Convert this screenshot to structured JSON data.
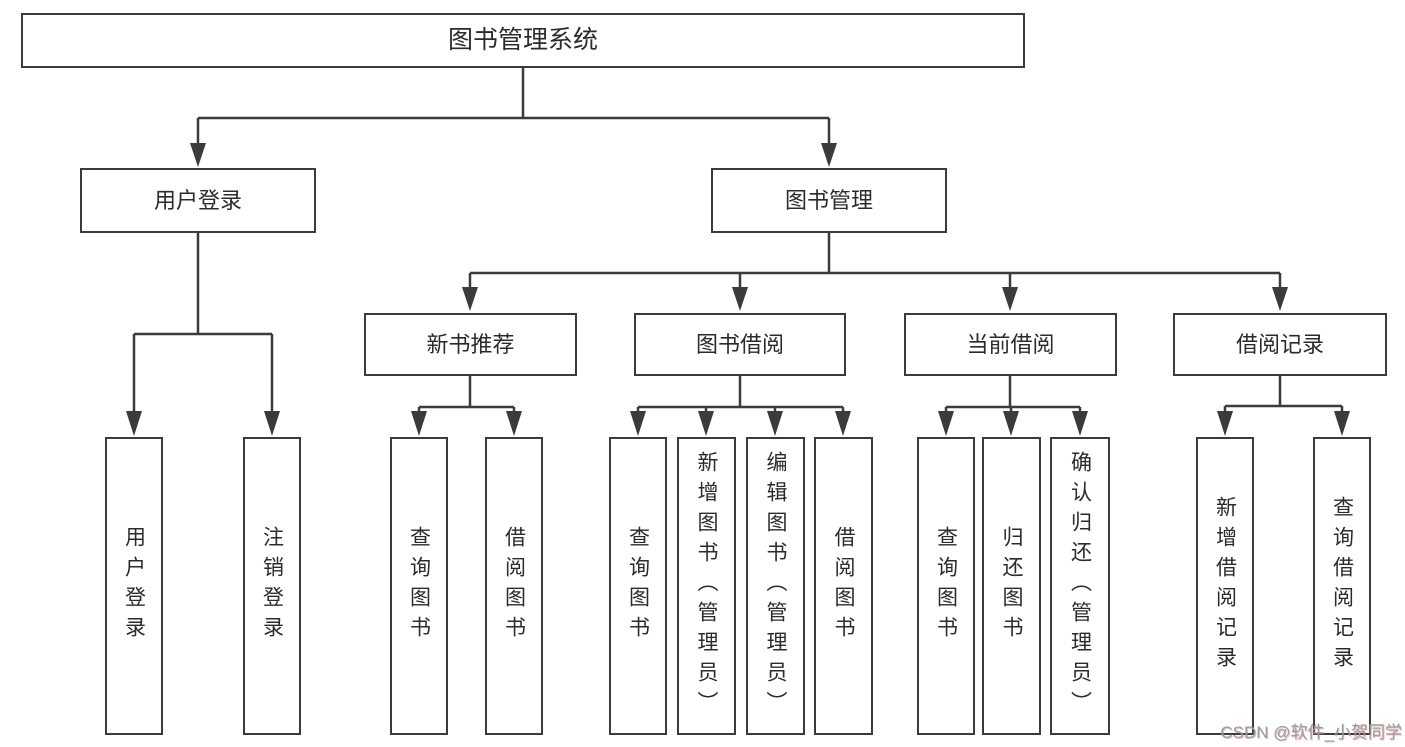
{
  "tree": {
    "root": {
      "label": "图书管理系统"
    },
    "branches": [
      {
        "label": "用户登录",
        "leaves": [
          {
            "label": "用户登录"
          },
          {
            "label": "注销登录"
          }
        ]
      },
      {
        "label": "图书管理",
        "sections": [
          {
            "label": "新书推荐",
            "leaves": [
              {
                "label": "查询图书"
              },
              {
                "label": "借阅图书"
              }
            ]
          },
          {
            "label": "图书借阅",
            "leaves": [
              {
                "label": "查询图书"
              },
              {
                "label": "新增图书（管理员）"
              },
              {
                "label": "编辑图书（管理员）"
              },
              {
                "label": "借阅图书"
              }
            ]
          },
          {
            "label": "当前借阅",
            "leaves": [
              {
                "label": "查询图书"
              },
              {
                "label": "归还图书"
              },
              {
                "label": "确认归还（管理员）"
              }
            ]
          },
          {
            "label": "借阅记录",
            "leaves": [
              {
                "label": "新增借阅记录"
              },
              {
                "label": "查询借阅记录"
              }
            ]
          }
        ]
      }
    ]
  },
  "watermark": {
    "text": "CSDN @软件_小贺同学"
  },
  "colors": {
    "line": "#3b3b3b",
    "box_border": "#3b3b3b",
    "text": "#2b2b2b",
    "watermark": "#9b9b9b",
    "background": "#ffffff"
  }
}
